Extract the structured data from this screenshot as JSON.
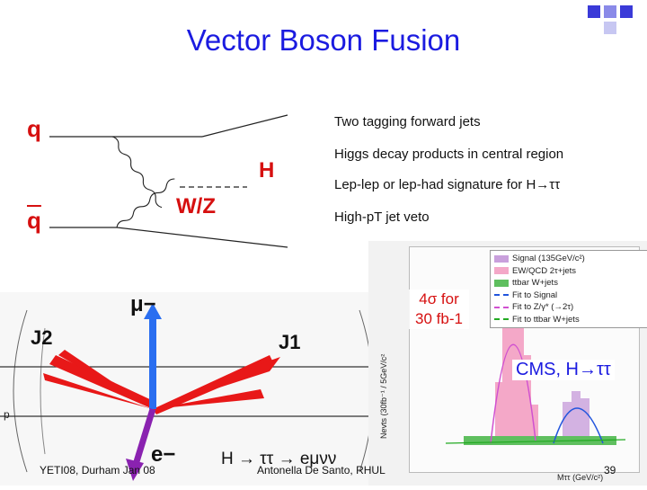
{
  "slide": {
    "title": "Vector Boson Fusion",
    "bullets": [
      "Two tagging forward jets",
      "Higgs decay products in central region",
      "Lep-lep or lep-had signature for H→ττ",
      "High-pT jet veto"
    ]
  },
  "feynman": {
    "quark_top": "q",
    "quark_bottom": "q",
    "boson": "W/Z",
    "higgs": "H"
  },
  "event": {
    "jet2": "J2",
    "jet1": "J1",
    "muon": "μ−",
    "electron": "e−",
    "decay_chain": "H → ττ → eμνν",
    "beam_label": "p"
  },
  "plot": {
    "significance": "4σ for 30 fb-1",
    "experiment": "CMS, H→ττ",
    "ylabel": "Nevts (30fb⁻¹ / 5GeV/c²",
    "xlabel": "Mττ (GeV/c²)",
    "legend": [
      {
        "label": "Signal (135GeV/c²)",
        "color": "#c9a0dc"
      },
      {
        "label": "EW/QCD 2τ+jets",
        "color": "#f4a8c8"
      },
      {
        "label": "ttbar W+jets",
        "color": "#5fbf5f"
      },
      {
        "label": "Fit to Signal",
        "color": "#2255dd"
      },
      {
        "label": "Fit to Z/γ* (→2τ)",
        "color": "#d050d0"
      },
      {
        "label": "Fit to ttbar W+jets",
        "color": "#22aa22"
      }
    ]
  },
  "footer": {
    "left": "YETI08, Durham Jan 08",
    "center": "Antonella De Santo, RHUL",
    "page": "39"
  },
  "colors": {
    "title": "#1b1be0",
    "jet_arrow": "#e81818",
    "muon_arrow": "#2a6ef0",
    "electron_arrow": "#8a22b0"
  }
}
